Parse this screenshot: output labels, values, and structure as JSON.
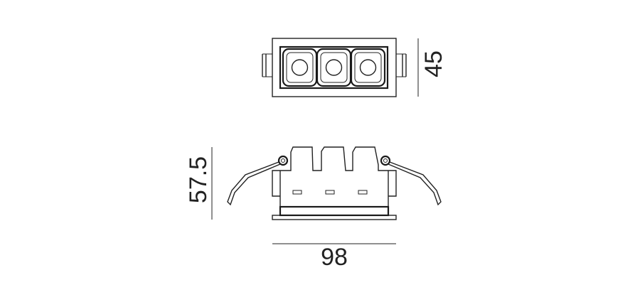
{
  "drawing": {
    "dimensions": {
      "top_view_height": "45",
      "side_view_height": "57.5",
      "width": "98"
    },
    "colors": {
      "line": "#222222",
      "background": "#ffffff"
    }
  }
}
